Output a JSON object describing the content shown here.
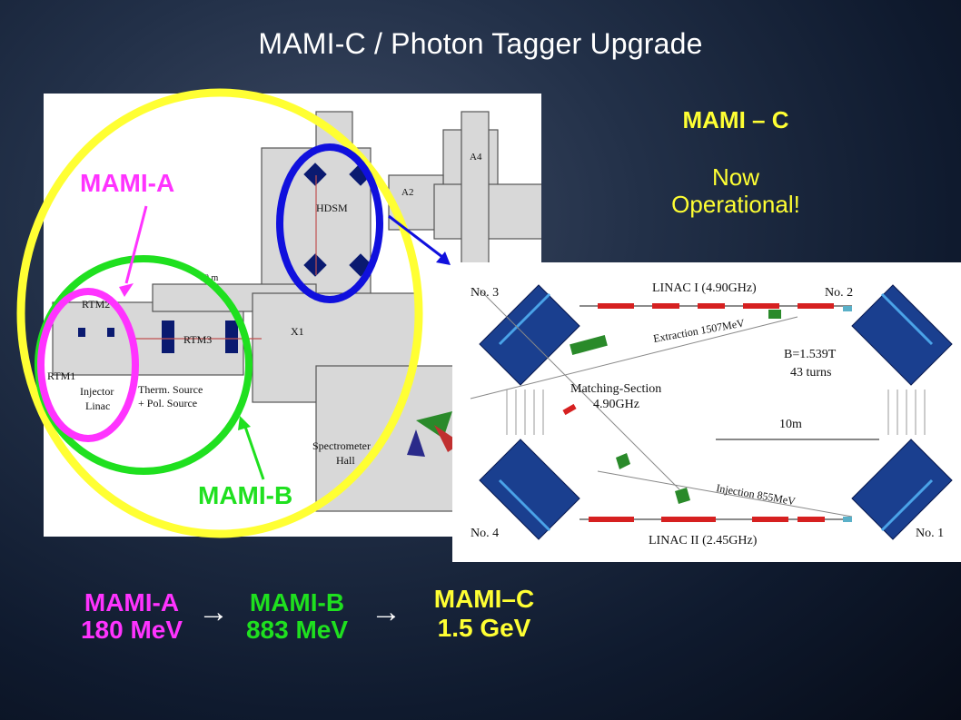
{
  "title": "MAMI-C / Photon Tagger Upgrade",
  "status": {
    "heading": "MAMI – C",
    "line1": "Now",
    "line2": "Operational!"
  },
  "callouts": {
    "mami_a": "MAMI-A",
    "mami_b": "MAMI-B"
  },
  "map_labels": {
    "hdsm": "HDSM",
    "a4": "A4",
    "a2": "A2",
    "x1": "X1",
    "rtm2": "RTM2",
    "rtm3": "RTM3",
    "rtm1": "RTM1",
    "injector": "Injector",
    "linac": "Linac",
    "therm_source": "Therm. Source",
    "pol_source": "+ Pol. Source",
    "spectrometer": "Spectrometer",
    "hall": "Hall",
    "scale": "10 m"
  },
  "inset_labels": {
    "no1": "No. 1",
    "no2": "No. 2",
    "no3": "No. 3",
    "no4": "No. 4",
    "linac1": "LINAC I (4.90GHz)",
    "linac2": "LINAC II (2.45GHz)",
    "extraction": "Extraction 1507MeV",
    "injection": "Injection 855MeV",
    "field": "B=1.539T",
    "turns": "43 turns",
    "matching1": "Matching-Section",
    "matching2": "4.90GHz",
    "scale": "10m"
  },
  "progression": [
    {
      "name": "MAMI-A",
      "energy": "180 MeV"
    },
    {
      "name": "MAMI-B",
      "energy": "883 MeV"
    },
    {
      "name": "MAMI–C",
      "energy": "1.5 GeV"
    }
  ],
  "arrow_glyph": "→",
  "colors": {
    "mami_a": "#ff33ff",
    "mami_b": "#1fe01f",
    "mami_c": "#ffff33",
    "hdsm_ring": "#1010dd",
    "linac_red": "#d62020"
  }
}
